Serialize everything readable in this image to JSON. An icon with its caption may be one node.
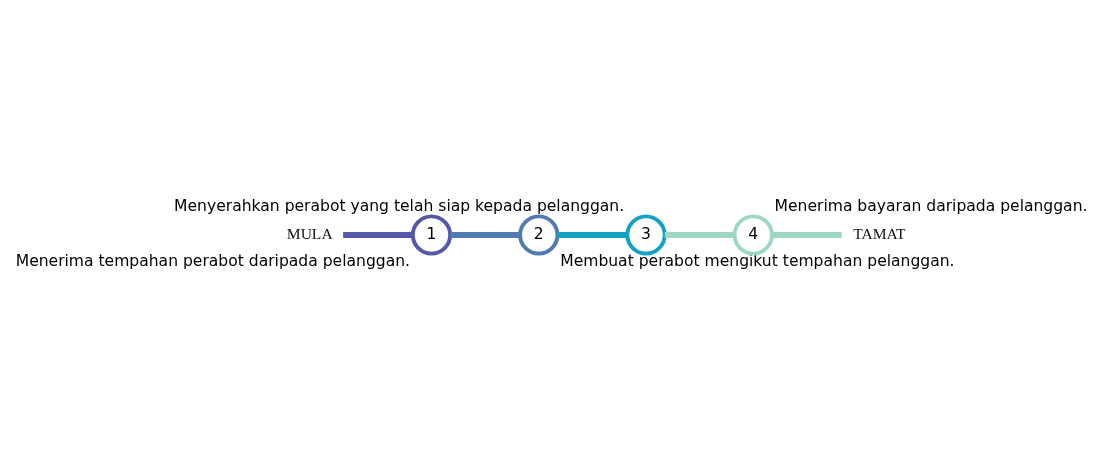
{
  "diagram": {
    "nodes": [
      {
        "text": [
          "MULA"
        ]
      },
      {
        "text": [
          "1"
        ],
        "beside": [
          "Menerima tempahan perabot daripada pelanggan."
        ]
      },
      {
        "text": [
          "2"
        ],
        "beside": [
          "Membuat perabot mengikut tempahan pelanggan."
        ]
      },
      {
        "text": [
          "3"
        ],
        "beside": [
          "Menyerahkan perabot yang telah siap kepada pelanggan."
        ]
      },
      {
        "text": [
          "4"
        ],
        "beside": [
          "Menerima bayaran daripada pelanggan."
        ]
      },
      {
        "text": [
          "TAMAT"
        ]
      }
    ],
    "edges": [
      {
        "from": 0,
        "to": 1,
        "arrow": "none",
        "color": "#5557a8"
      },
      {
        "from": 1,
        "to": 2,
        "arrow": "none",
        "color": "#4f7bb0"
      },
      {
        "from": 2,
        "to": 3,
        "arrow": "none",
        "color": "#13a2c5"
      },
      {
        "from": 3,
        "to": 4,
        "arrow": "none",
        "color": "#9fd7c5"
      },
      {
        "from": 4,
        "to": 5,
        "arrow": "none",
        "color": "#9fd7c5"
      }
    ]
  }
}
